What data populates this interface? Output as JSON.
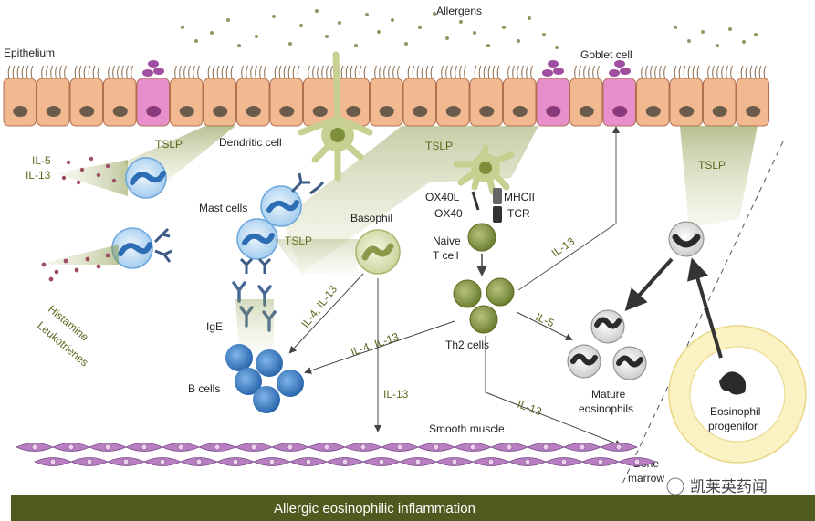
{
  "labels": {
    "allergens": "Allergens",
    "epithelium": "Epithelium",
    "goblet_cell": "Goblet cell",
    "il5": "IL-5",
    "il13_left": "IL-13",
    "tslp_left": "TSLP",
    "dendritic_cell": "Dendritic cell",
    "tslp_center": "TSLP",
    "tslp_right": "TSLP",
    "mast_cells": "Mast cells",
    "tslp_mast": "TSLP",
    "basophil": "Basophil",
    "ox40l": "OX40L",
    "ox40": "OX40",
    "mhcii": "MHCII",
    "tcr": "TCR",
    "naive_t_cell_1": "Naive",
    "naive_t_cell_2": "T cell",
    "il13_t_to_goblet": "IL-13",
    "histamine": "Histamine",
    "leukotrienes": "Leukotrienes",
    "il4_il13_baso": "IL-4, IL-13",
    "ige": "IgE",
    "il5_th2": "IL-5",
    "il4_il13_th2": "IL-4, IL-13",
    "th2_cells": "Th2 cells",
    "mature_eos_1": "Mature",
    "mature_eos_2": "eosinophils",
    "b_cells": "B cells",
    "il13_baso_down": "IL-13",
    "il13_th2_down": "IL-13",
    "smooth_muscle": "Smooth muscle",
    "bone_marrow_1": "Bone",
    "bone_marrow_2": "marrow",
    "eos_progenitor_1": "Eosinophil",
    "eos_progenitor_2": "progenitor",
    "watermark": "凯莱英药闻"
  },
  "footer": {
    "title": "Allergic eosinophilic inflammation"
  },
  "colors": {
    "epithelium_cell": "#f2b88f",
    "nucleus": "#6b5b4b",
    "goblet": "#e78ecb",
    "green_cell": "#8a9a4a",
    "blue_cell": "#3a7cc2",
    "smooth_muscle": "#b77fc0",
    "footer_bar": "#4e5a1e",
    "bone_marrow_fill": "#fbf2c4"
  }
}
